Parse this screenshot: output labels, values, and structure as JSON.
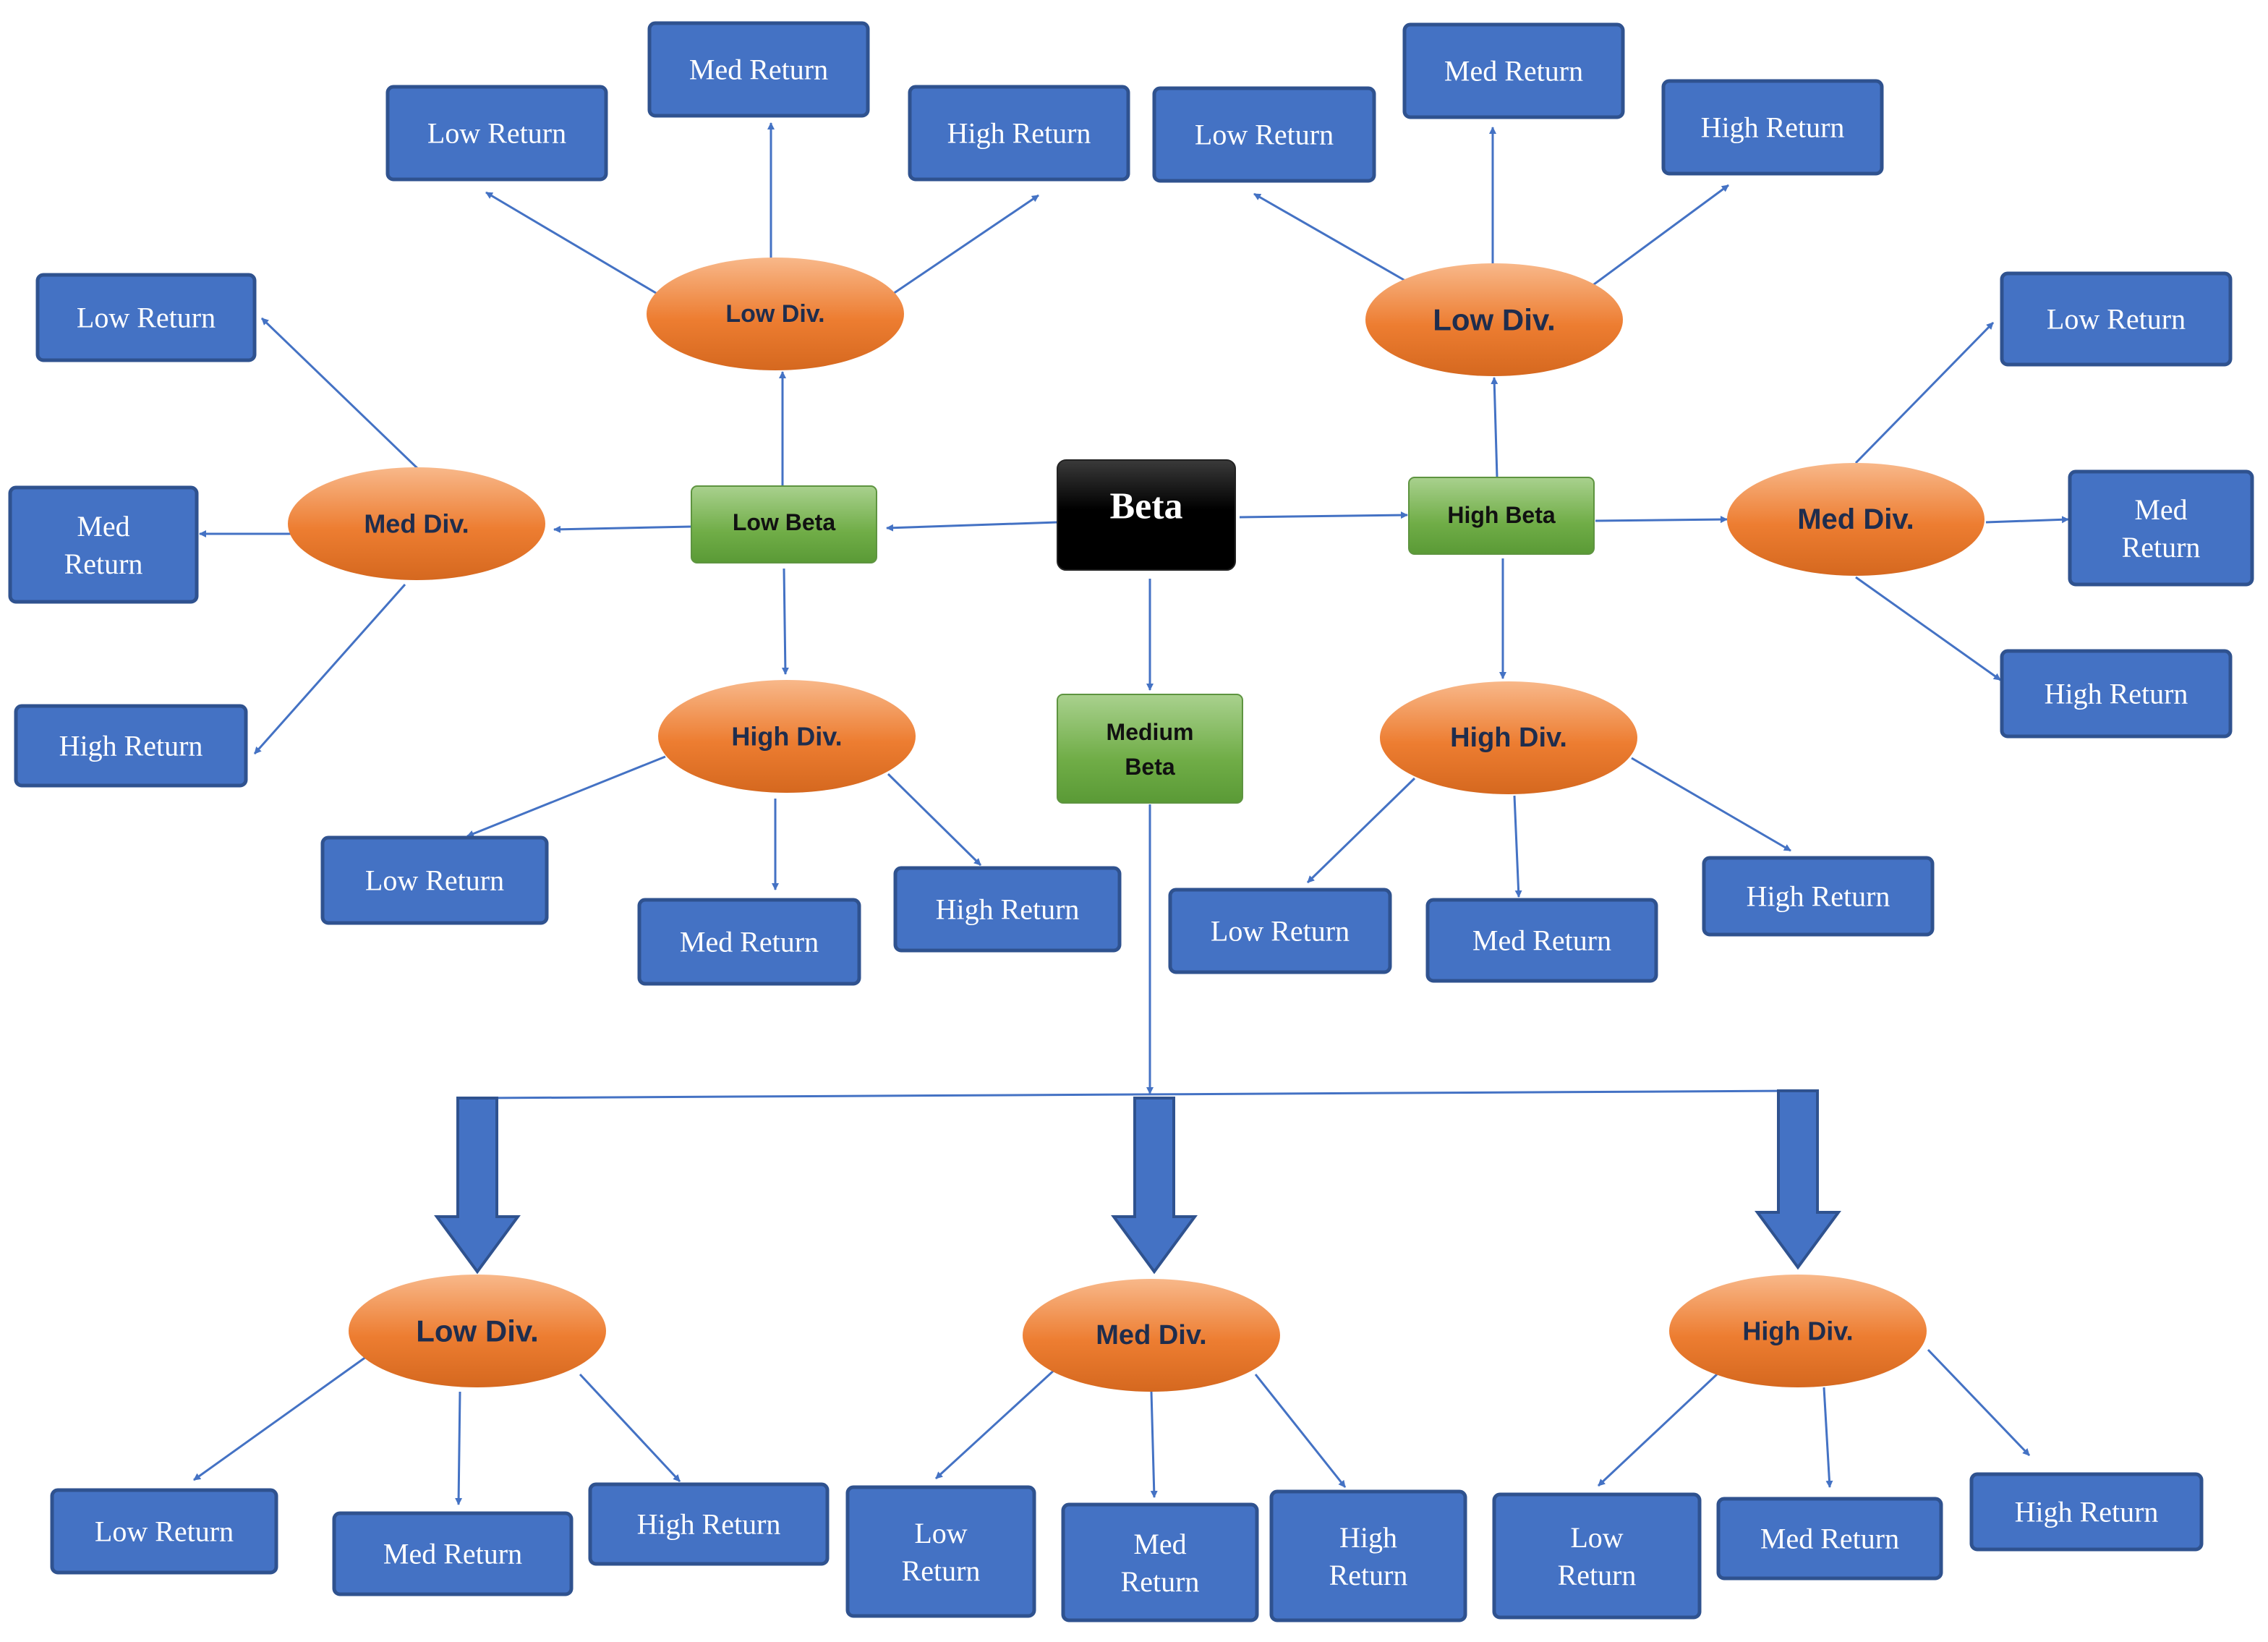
{
  "colors": {
    "return_box": "#4472c4",
    "return_box_border": "#2f528f",
    "div_oval_light": "#f8b88a",
    "div_oval": "#ed7d31",
    "beta_box_light": "#a9d18e",
    "beta_box": "#70ad47",
    "root_box": "#000000",
    "arrow": "#4472c4"
  },
  "root": {
    "label": "Beta"
  },
  "betas": {
    "low": {
      "label": "Low Beta"
    },
    "high": {
      "label": "High Beta"
    },
    "medium": {
      "line1": "Medium",
      "line2": "Beta"
    }
  },
  "low_beta": {
    "low_div": {
      "label": "Low Div.",
      "returns": [
        "Low Return",
        "Med Return",
        "High Return"
      ]
    },
    "med_div": {
      "label": "Med Div.",
      "returns": [
        "Low Return",
        "Med|Return",
        "High Return"
      ]
    },
    "high_div": {
      "label": "High Div.",
      "returns": [
        "Low Return",
        "Med Return",
        "High Return"
      ]
    }
  },
  "high_beta": {
    "low_div": {
      "label": "Low Div.",
      "returns": [
        "Low Return",
        "Med Return",
        "High Return"
      ]
    },
    "med_div": {
      "label": "Med Div.",
      "returns": [
        "Low Return",
        "Med|Return",
        "High Return"
      ]
    },
    "high_div": {
      "label": "High Div.",
      "returns": [
        "Low Return",
        "Med Return",
        "High Return"
      ]
    }
  },
  "medium_beta": {
    "low_div": {
      "label": "Low Div.",
      "returns": [
        "Low Return",
        "Med Return",
        "High Return"
      ]
    },
    "med_div": {
      "label": "Med Div.",
      "returns": [
        "Low|Return",
        "Med|Return",
        "High|Return"
      ]
    },
    "high_div": {
      "label": "High Div.",
      "returns": [
        "Low|Return",
        "Med Return",
        "High Return"
      ]
    }
  }
}
